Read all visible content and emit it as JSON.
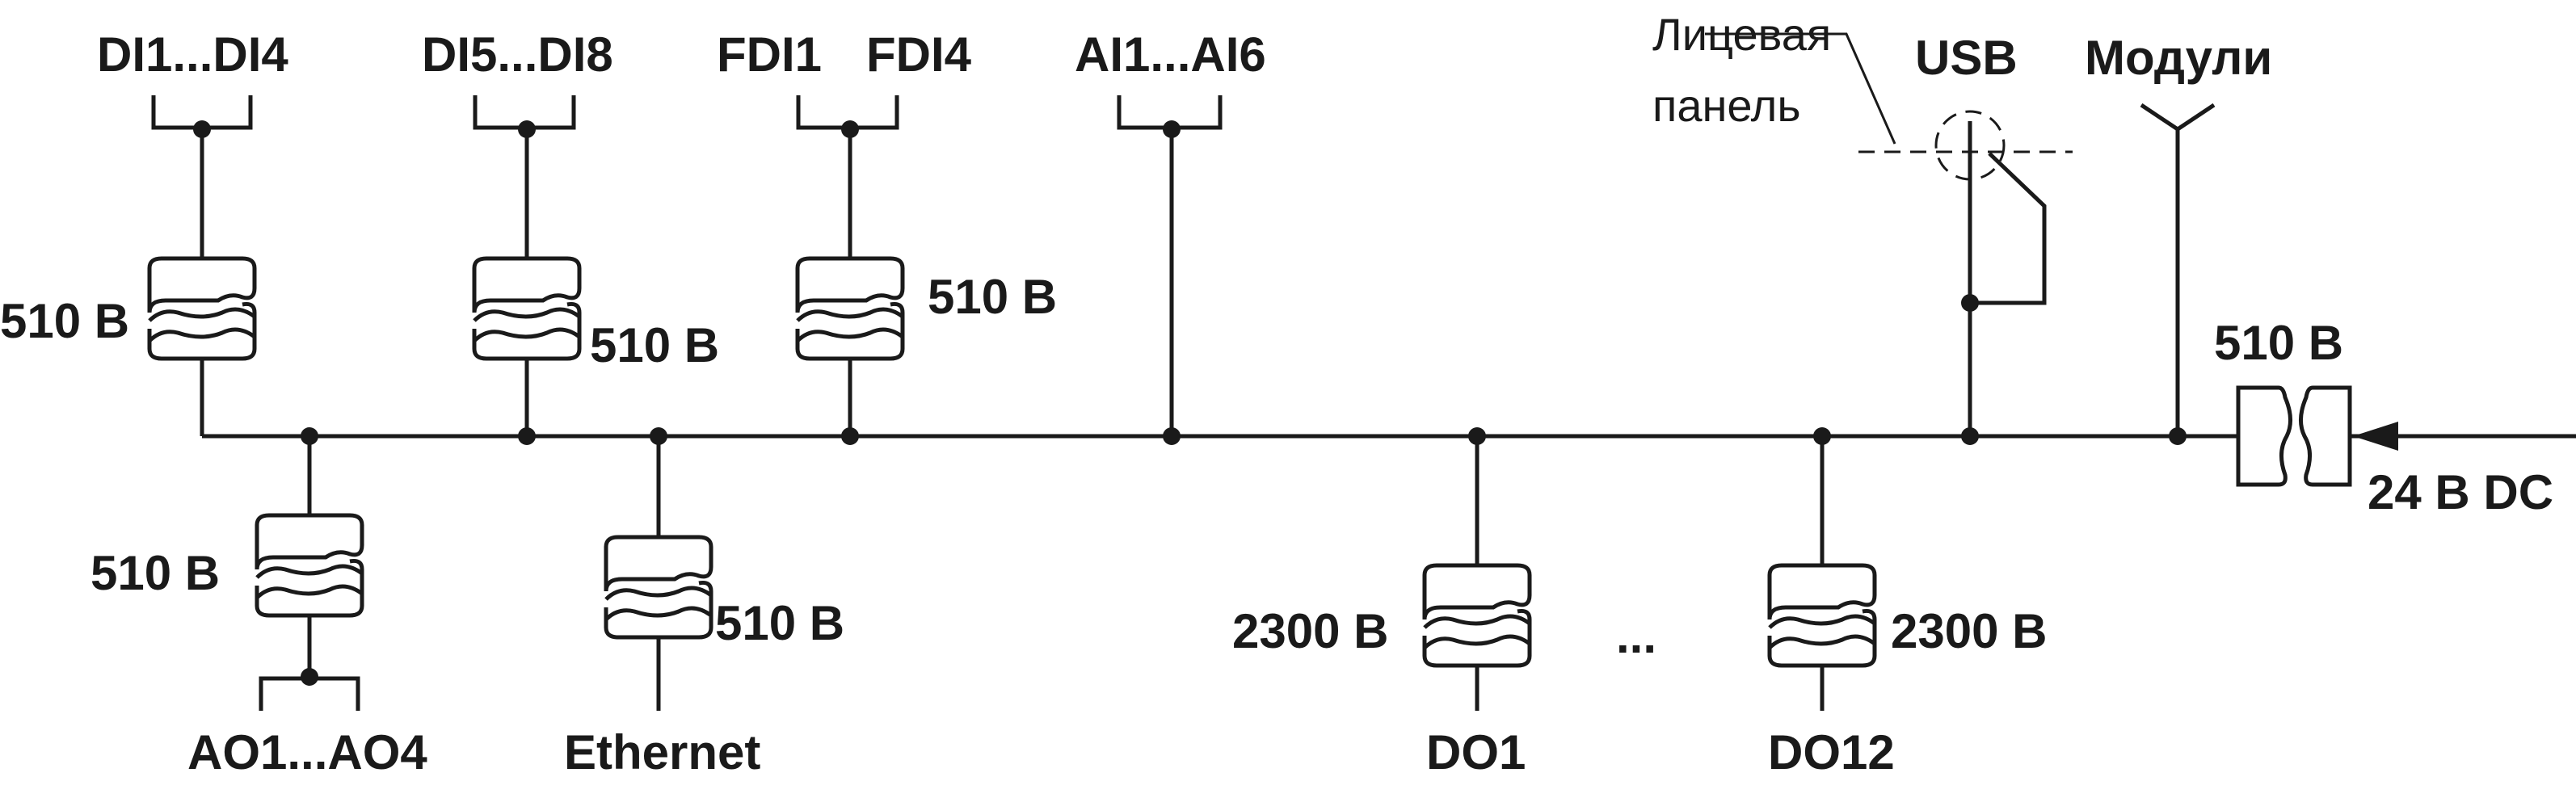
{
  "labels": {
    "di1_di4": "DI1...DI4",
    "di5_di8": "DI5...DI8",
    "fdi1": "FDI1",
    "fdi4": "FDI4",
    "ai1_ai6": "AI1...AI6",
    "front_panel_line1": "Лицевая",
    "front_panel_line2": "панель",
    "usb": "USB",
    "modules": "Модули",
    "ao1_ao4": "AO1...AO4",
    "ethernet": "Ethernet",
    "do1": "DO1",
    "do12": "DO12",
    "ellipsis": "...",
    "supply": "24 В DC"
  },
  "isolation": {
    "di1_di4": "510 В",
    "di5_di8": "510 В",
    "fdi": "510 В",
    "power": "510 В",
    "ao": "510 В",
    "ethernet": "510 В",
    "do1": "2300 В",
    "do12": "2300 В"
  },
  "colors": {
    "line": "#1a1a1a",
    "background": "#ffffff"
  }
}
